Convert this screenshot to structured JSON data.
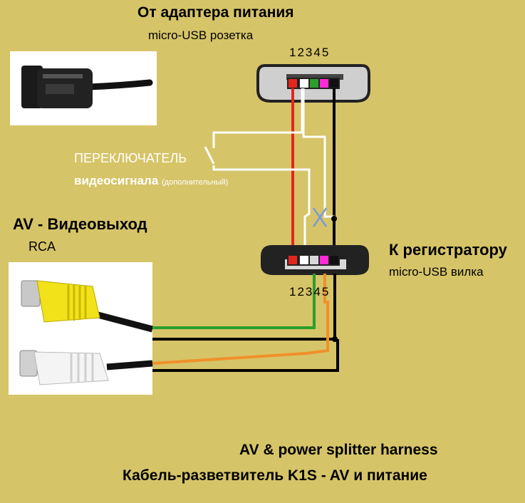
{
  "labels": {
    "power_title": "От адаптера питания",
    "power_sub": "micro-USB розетка",
    "pins_top": "12345",
    "switch_title": "ПЕРЕКЛЮЧАТЕЛЬ",
    "switch_sub": "видеосигнала",
    "switch_note": "(дополнительный)",
    "av_title": "AV - Видеовыход",
    "av_sub": "RCA",
    "dvr_title": "К регистратору",
    "dvr_sub": "micro-USB вилка",
    "pins_bottom": "12345",
    "footer_en": "AV & power splitter harness",
    "footer_ru": "Кабель-разветвитель K1S - AV и питание"
  },
  "colors": {
    "background": "#d6c468",
    "wire_red": "#e3261d",
    "wire_black": "#000000",
    "wire_white": "#ffffff",
    "wire_green": "#2aa02a",
    "wire_orange": "#f0902a",
    "pin_magenta": "#ff2bd6",
    "switch_cross": "#7a9ad8",
    "rca_yellow": "#f2e21a"
  }
}
